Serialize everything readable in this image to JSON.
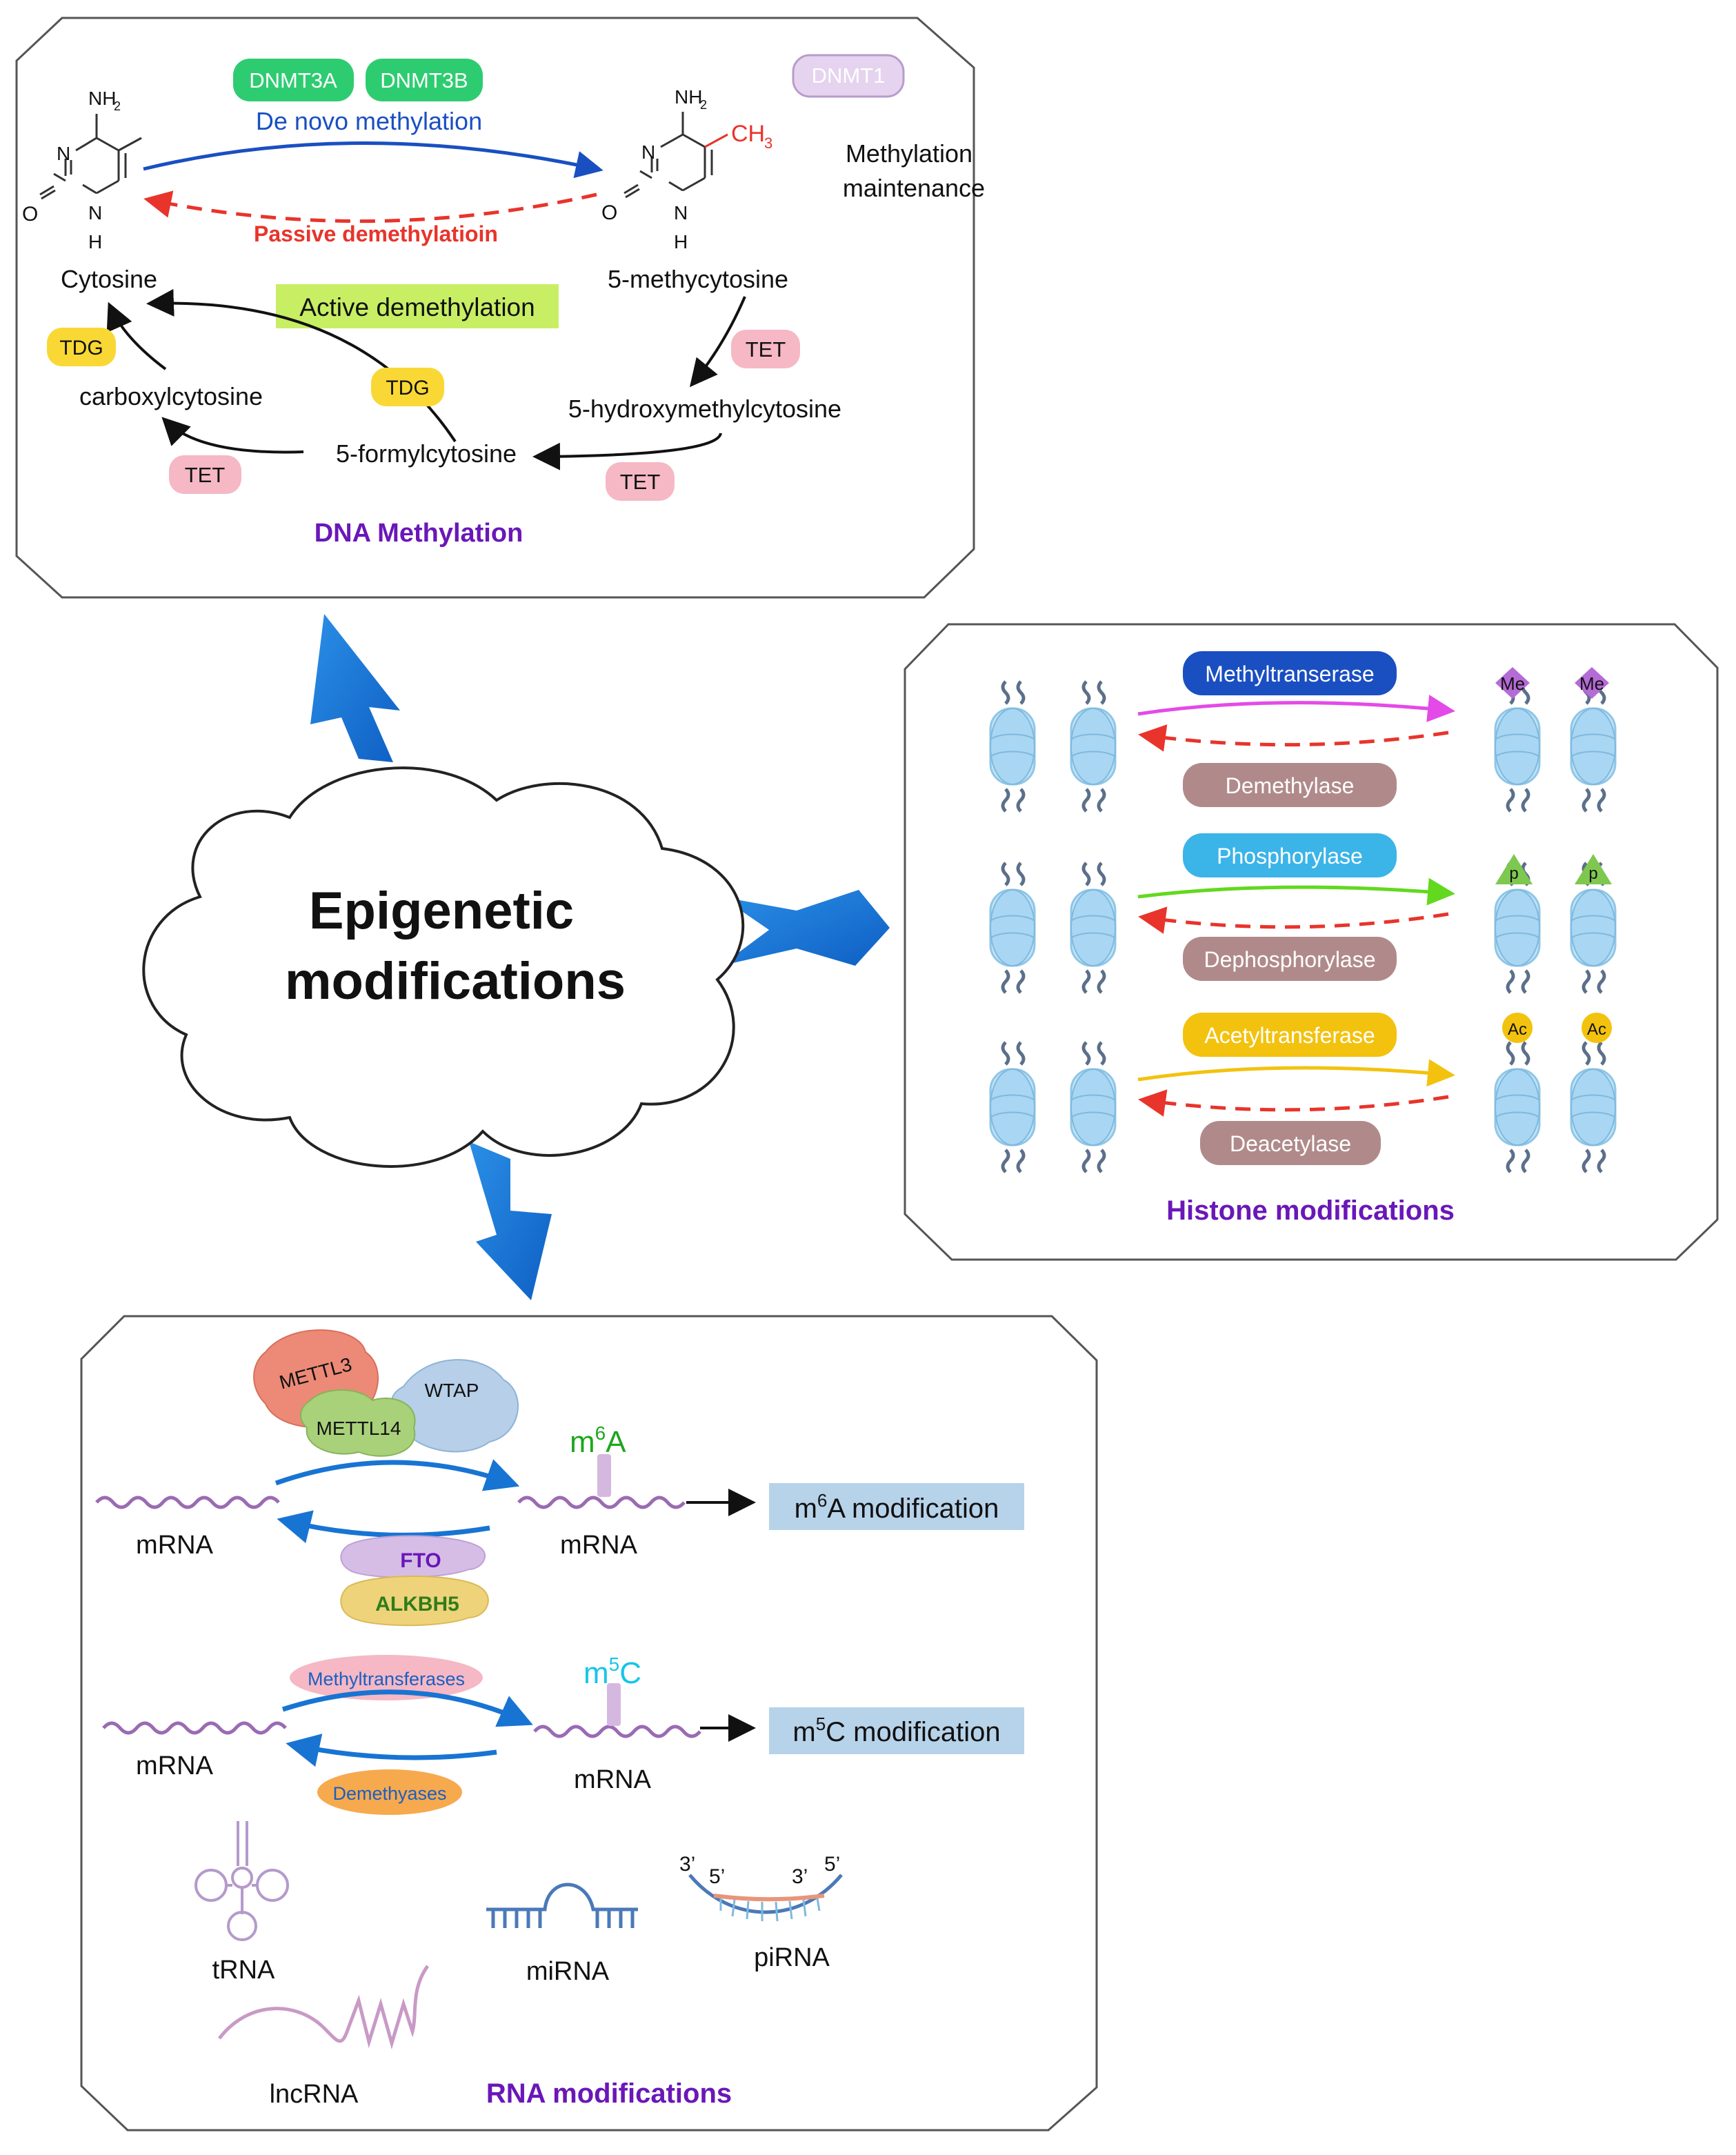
{
  "center": {
    "line1": "Epigenetic",
    "line2": "modifications"
  },
  "dna": {
    "title": "DNA  Methylation",
    "enzymes": {
      "dnmt3a": "DNMT3A",
      "dnmt3b": "DNMT3B",
      "dnmt1": "DNMT1",
      "tet": "TET",
      "tdg": "TDG"
    },
    "de_novo": "De novo methylation",
    "passive": "Passive demethylatioin",
    "active": "Active demethylation",
    "maintenance_1": "Methylation",
    "maintenance_2": "maintenance",
    "molecules": {
      "cytosine": "Cytosine",
      "methylcytosine": "5-methycytosine",
      "hydroxymethyl": "5-hydroxymethylcytosine",
      "formyl": "5-formylcytosine",
      "carboxyl": "carboxylcytosine"
    },
    "atoms": {
      "nh2": "NH",
      "sub2": "2",
      "n": "N",
      "o": "O",
      "h": "H",
      "ch3": "CH",
      "sub3": "3"
    }
  },
  "histone": {
    "title": "Histone modifications",
    "rows": [
      {
        "forward": "Methyltranserase",
        "reverse": "Demethylase",
        "mark": "Me"
      },
      {
        "forward": "Phosphorylase",
        "reverse": "Dephosphorylase",
        "mark": "p"
      },
      {
        "forward": "Acetyltransferase",
        "reverse": "Deacetylase",
        "mark": "Ac"
      }
    ]
  },
  "rna": {
    "title": "RNA modifications",
    "mrna": "mRNA",
    "writers": {
      "mettl3": "METTL3",
      "mettl14": "METTL14",
      "wtap": "WTAP"
    },
    "erasers": {
      "fto": "FTO",
      "alkbh5": "ALKBH5"
    },
    "m6a": {
      "m": "m",
      "sup": "6",
      "base": "A",
      "result_pre": "m",
      "result_sup": "6",
      "result_post": "A modification"
    },
    "m5c": {
      "m": "m",
      "sup": "5",
      "base": "C",
      "result_pre": "m",
      "result_sup": "5",
      "result_post": "C modification"
    },
    "methyltransferases": "Methyltransferases",
    "demethyases": "Demethyases",
    "others": {
      "trna": "tRNA",
      "mirna": "miRNA",
      "pirna": "piRNA",
      "lncrna": "lncRNA"
    },
    "pirna_ends": {
      "three_a": "3’",
      "five_a": "5’",
      "three_b": "3’",
      "five_b": "5’"
    }
  },
  "colors": {
    "dnmt_green": "#2ecc71",
    "dnmt1_purple": "#e6d3ef",
    "tet_pink": "#f5b8c4",
    "tdg_yellow": "#f9d835",
    "active_bg": "#c8ee64",
    "de_novo_blue": "#1a4fc2",
    "passive_red": "#e8342b",
    "title_purple": "#6a17b8",
    "arrow_blue": "#1874d3",
    "mrna_purple": "#9a6bb3",
    "m6a_green": "#1fa61f",
    "m5c_cyan": "#17c5e8",
    "result_box": "#b7d3ea"
  }
}
